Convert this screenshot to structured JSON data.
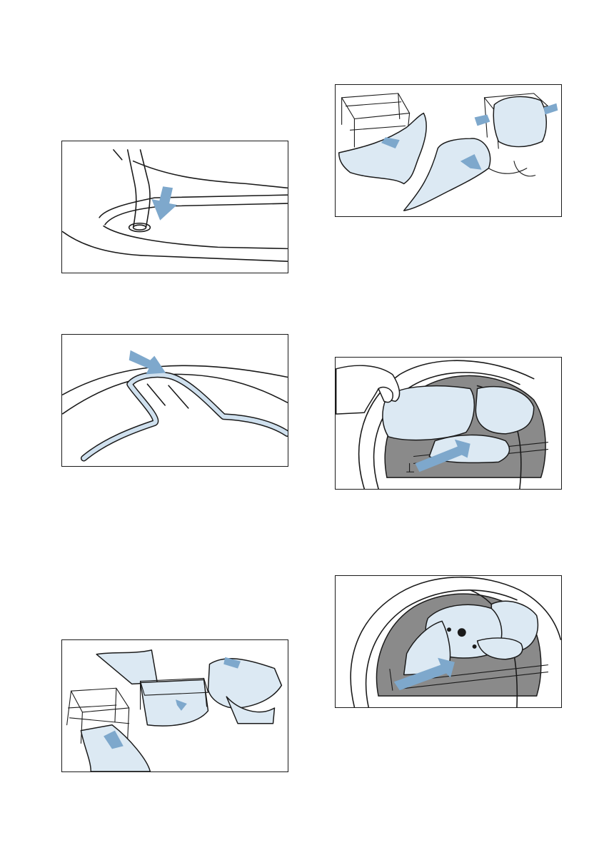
{
  "colors": {
    "arrow": "#7ea8cc",
    "fabric": "#dce9f3",
    "drum_interior": "#8a8a8a",
    "outline": "#1a1a1a"
  },
  "panels": [
    {
      "name": "pipe-insertion",
      "arrow": "down-arrow-icon"
    },
    {
      "name": "seal-groove",
      "arrow": "down-right-arrow-icon"
    },
    {
      "name": "basket-sock-fitting",
      "arrow": "right-arrow-icon"
    },
    {
      "name": "basket-sweater-wrapping",
      "arrow": "up-right-arrow-icon"
    },
    {
      "name": "basket-insert-drum-with-hand",
      "arrow": "up-right-arrow-icon"
    },
    {
      "name": "basket-insert-drum-shoe",
      "arrow": "up-right-arrow-icon"
    }
  ]
}
